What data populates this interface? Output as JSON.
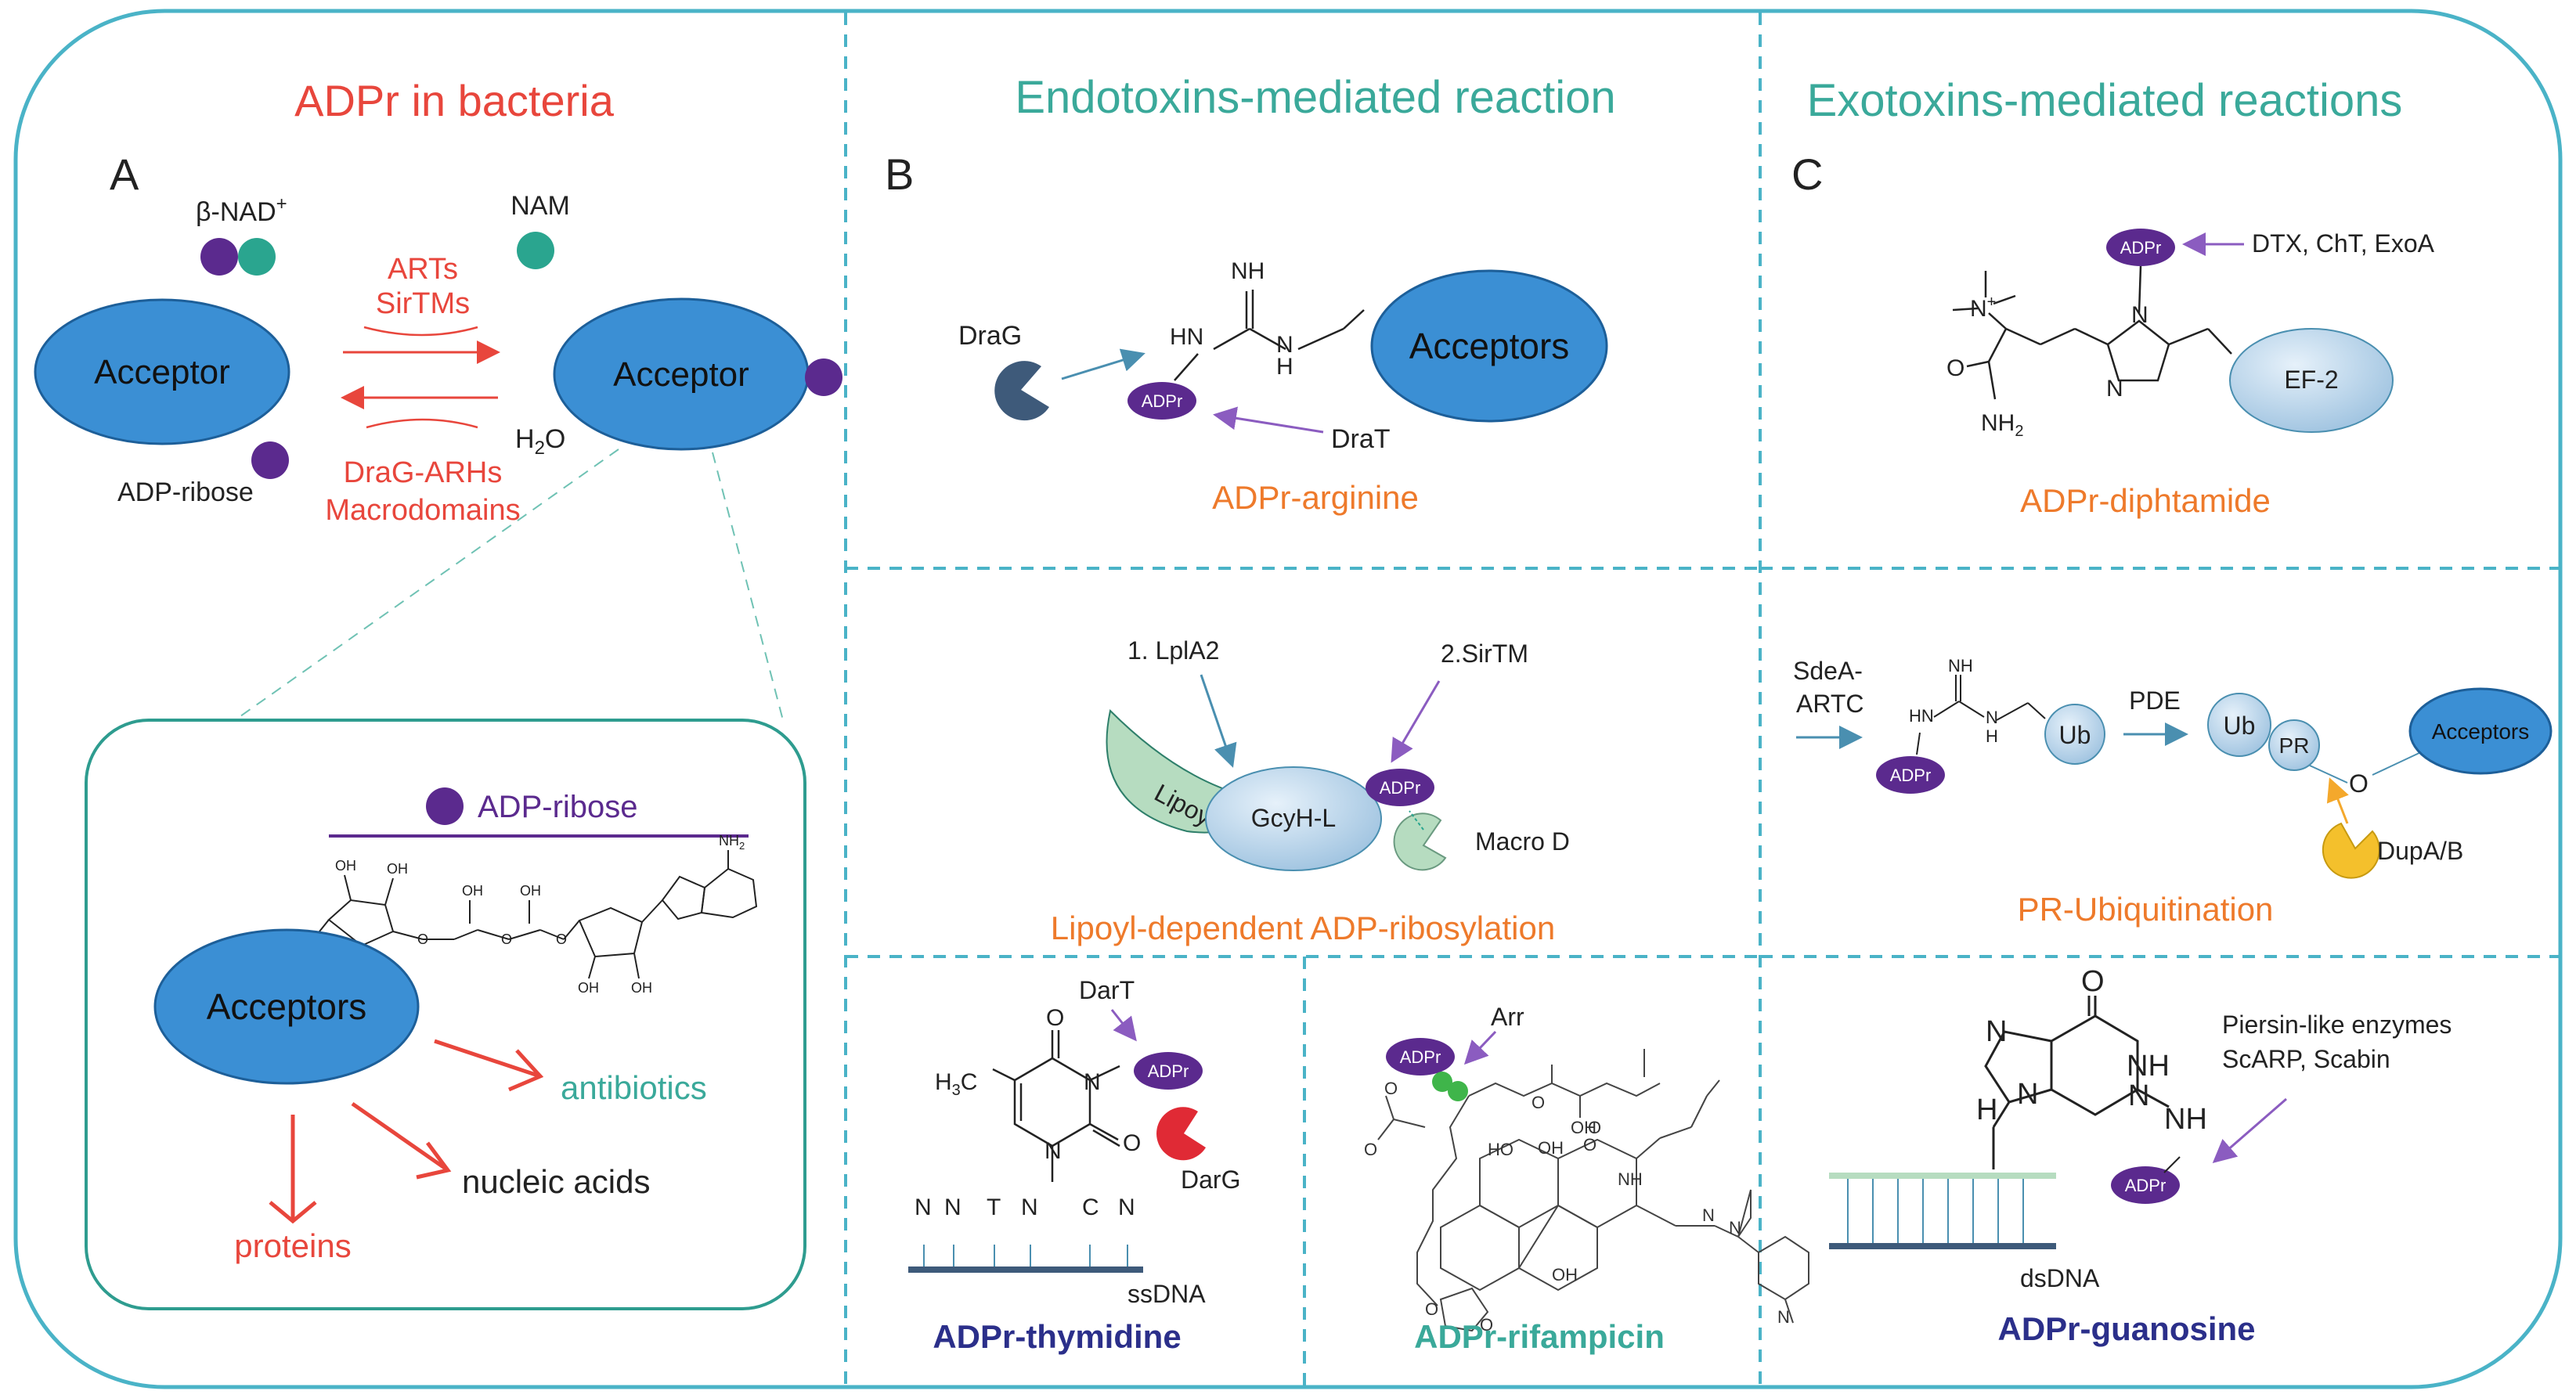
{
  "panelA": {
    "title": "ADPr in bacteria",
    "letter": "A",
    "beta_nad": "β-NAD",
    "beta_nad_sup": "+",
    "nam": "NAM",
    "acceptor_left": "Acceptor",
    "acceptor_right": "Acceptor",
    "forward_enzymes": [
      "ARTs",
      "SirTMs"
    ],
    "reverse_enzymes": [
      "DraG-ARHs",
      "Macrodomains"
    ],
    "water": "H",
    "water_sub": "2",
    "water_o": "O",
    "adp_ribose_label": "ADP-ribose",
    "inset": {
      "legend": "ADP-ribose",
      "acceptors": "Acceptors",
      "antibiotics": "antibiotics",
      "nucleic_acids": "nucleic acids",
      "proteins": "proteins",
      "struct_labels": [
        "OH",
        "OH",
        "OH",
        "OH",
        "O",
        "O",
        "O",
        "OH",
        "OH",
        "NH",
        "2"
      ]
    }
  },
  "panelB": {
    "title": "Endotoxins-mediated reaction",
    "letter": "B",
    "arginine": {
      "drag": "DraG",
      "dart": "DraT",
      "adpr": "ADPr",
      "acceptors": "Acceptors",
      "nh": "NH",
      "hn": "HN",
      "n": "N",
      "h": "H",
      "caption": "ADPr-arginine"
    },
    "lipoyl": {
      "step1": "1. LplA2",
      "step2": "2.SirTM",
      "lipoyl": "Lipoyl",
      "gcyh": "GcyH-L",
      "adpr": "ADPr",
      "macro": "Macro D",
      "caption": "Lipoyl-dependent ADP-ribosylation"
    },
    "thymidine": {
      "dart": "DarT",
      "adpr": "ADPr",
      "darg": "DarG",
      "h3c": "H",
      "h3c_sub": "3",
      "h3c_c": "C",
      "o1": "O",
      "o2": "O",
      "n1": "N",
      "n2": "N",
      "bases": [
        "N",
        "N",
        "T",
        "N",
        "C",
        "N"
      ],
      "ssdna": "ssDNA",
      "caption": "ADPr-thymidine"
    },
    "rifampicin": {
      "arr": "Arr",
      "adpr": "ADPr",
      "labels": [
        "HO",
        "O",
        "O",
        "O",
        "OH",
        "OH",
        "NH",
        "O",
        "N",
        "N",
        "N",
        "O",
        "OH",
        "O",
        "O"
      ],
      "caption": "ADPr-rifampicin"
    }
  },
  "panelC": {
    "title": "Exotoxins-mediated reactions",
    "letter": "C",
    "diphthamide": {
      "adpr": "ADPr",
      "toxins": "DTX, ChT, ExoA",
      "nplus": "N",
      "nplus_sup": "+",
      "o": "O",
      "nh2": "NH",
      "nh2_sub": "2",
      "n1": "N",
      "n2": "N",
      "ef2": "EF-2",
      "caption": "ADPr-diphtamide"
    },
    "ubiquitination": {
      "sdea": [
        "SdeA-",
        "ARTC"
      ],
      "nh": "NH",
      "hn": "HN",
      "n": "N",
      "h": "H",
      "adpr": "ADPr",
      "ub1": "Ub",
      "pde": "PDE",
      "ub2": "Ub",
      "pr": "PR",
      "o": "O",
      "acceptors": "Acceptors",
      "dupab": "DupA/B",
      "caption": "PR-Ubiquitination"
    },
    "guanosine": {
      "enzymes": [
        "Piersin-like enzymes",
        "ScARP, Scabin"
      ],
      "o": "O",
      "n1": "N",
      "n2": "N",
      "n3": "N",
      "nh1": "NH",
      "nh2": "NH",
      "h": "H",
      "adpr": "ADPr",
      "dsdna": "dsDNA",
      "caption": "ADPr-guanosine"
    }
  },
  "colors": {
    "teal_border": "#4ab3c7",
    "inset_border": "#2e9c8f",
    "acceptor_blue": "#3b8fd4",
    "acceptor_stroke": "#1d5f99",
    "purple": "#5b2a8e",
    "teal_dot": "#2aa58f",
    "red": "#e8463c",
    "orange": "#ee7a2b",
    "teal_title": "#3aa99a",
    "navy": "#2b2f8a",
    "light_blue": "#c2dbef",
    "light_green": "#b6dcc0",
    "yellow": "#f4c02c",
    "dark_blue": "#3e5a7a",
    "arrow_blue": "#4a8fb0",
    "arrow_purple": "#8b5cc0"
  }
}
